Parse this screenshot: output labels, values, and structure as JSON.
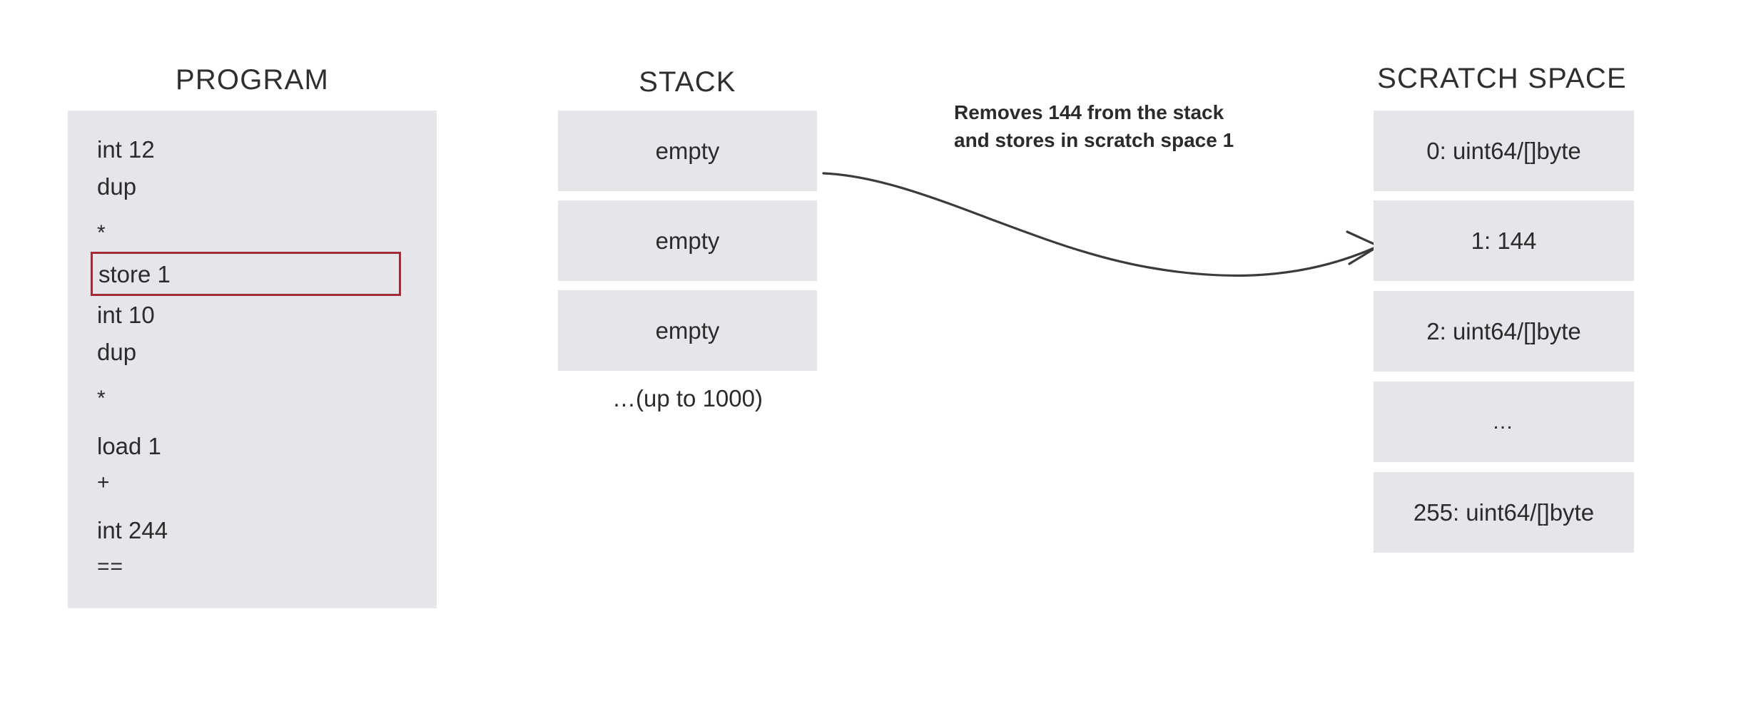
{
  "colors": {
    "page_background": "#ffffff",
    "panel_fill": "#e4e6ea",
    "text": "#2b2b2b",
    "highlight_border": "#a32b39",
    "arrow": "#3b3b3b"
  },
  "program": {
    "heading": "PROGRAM",
    "items": [
      {
        "label": "int 12",
        "kind": "instruction",
        "highlighted": false,
        "spaced": false
      },
      {
        "label": "dup",
        "kind": "instruction",
        "highlighted": false,
        "spaced": false
      },
      {
        "label": "*",
        "kind": "operator",
        "highlighted": false,
        "spaced": true
      },
      {
        "label": "store 1",
        "kind": "instruction",
        "highlighted": true,
        "spaced": false
      },
      {
        "label": "int 10",
        "kind": "instruction",
        "highlighted": false,
        "spaced": false
      },
      {
        "label": "dup",
        "kind": "instruction",
        "highlighted": false,
        "spaced": false
      },
      {
        "label": "*",
        "kind": "operator",
        "highlighted": false,
        "spaced": true
      },
      {
        "label": "load 1",
        "kind": "instruction",
        "highlighted": false,
        "spaced": true
      },
      {
        "label": "+",
        "kind": "operator",
        "highlighted": false,
        "spaced": false
      },
      {
        "label": "int 244",
        "kind": "instruction",
        "highlighted": false,
        "spaced": true
      },
      {
        "label": "==",
        "kind": "operator",
        "highlighted": false,
        "spaced": false
      }
    ]
  },
  "stack": {
    "heading": "STACK",
    "cells": [
      {
        "label": "empty"
      },
      {
        "label": "empty"
      },
      {
        "label": "empty"
      }
    ],
    "footnote": "…(up to 1000)"
  },
  "annotation": {
    "line1": "Removes 144 from the stack",
    "line2": "and stores in scratch space 1"
  },
  "scratch_space": {
    "heading": "SCRATCH SPACE",
    "cells": [
      {
        "label": "0: uint64/[]byte",
        "ellipsis": false
      },
      {
        "label": "1: 144",
        "ellipsis": false
      },
      {
        "label": "2: uint64/[]byte",
        "ellipsis": false
      },
      {
        "label": "…",
        "ellipsis": true
      },
      {
        "label": "255: uint64/[]byte",
        "ellipsis": false
      }
    ]
  }
}
